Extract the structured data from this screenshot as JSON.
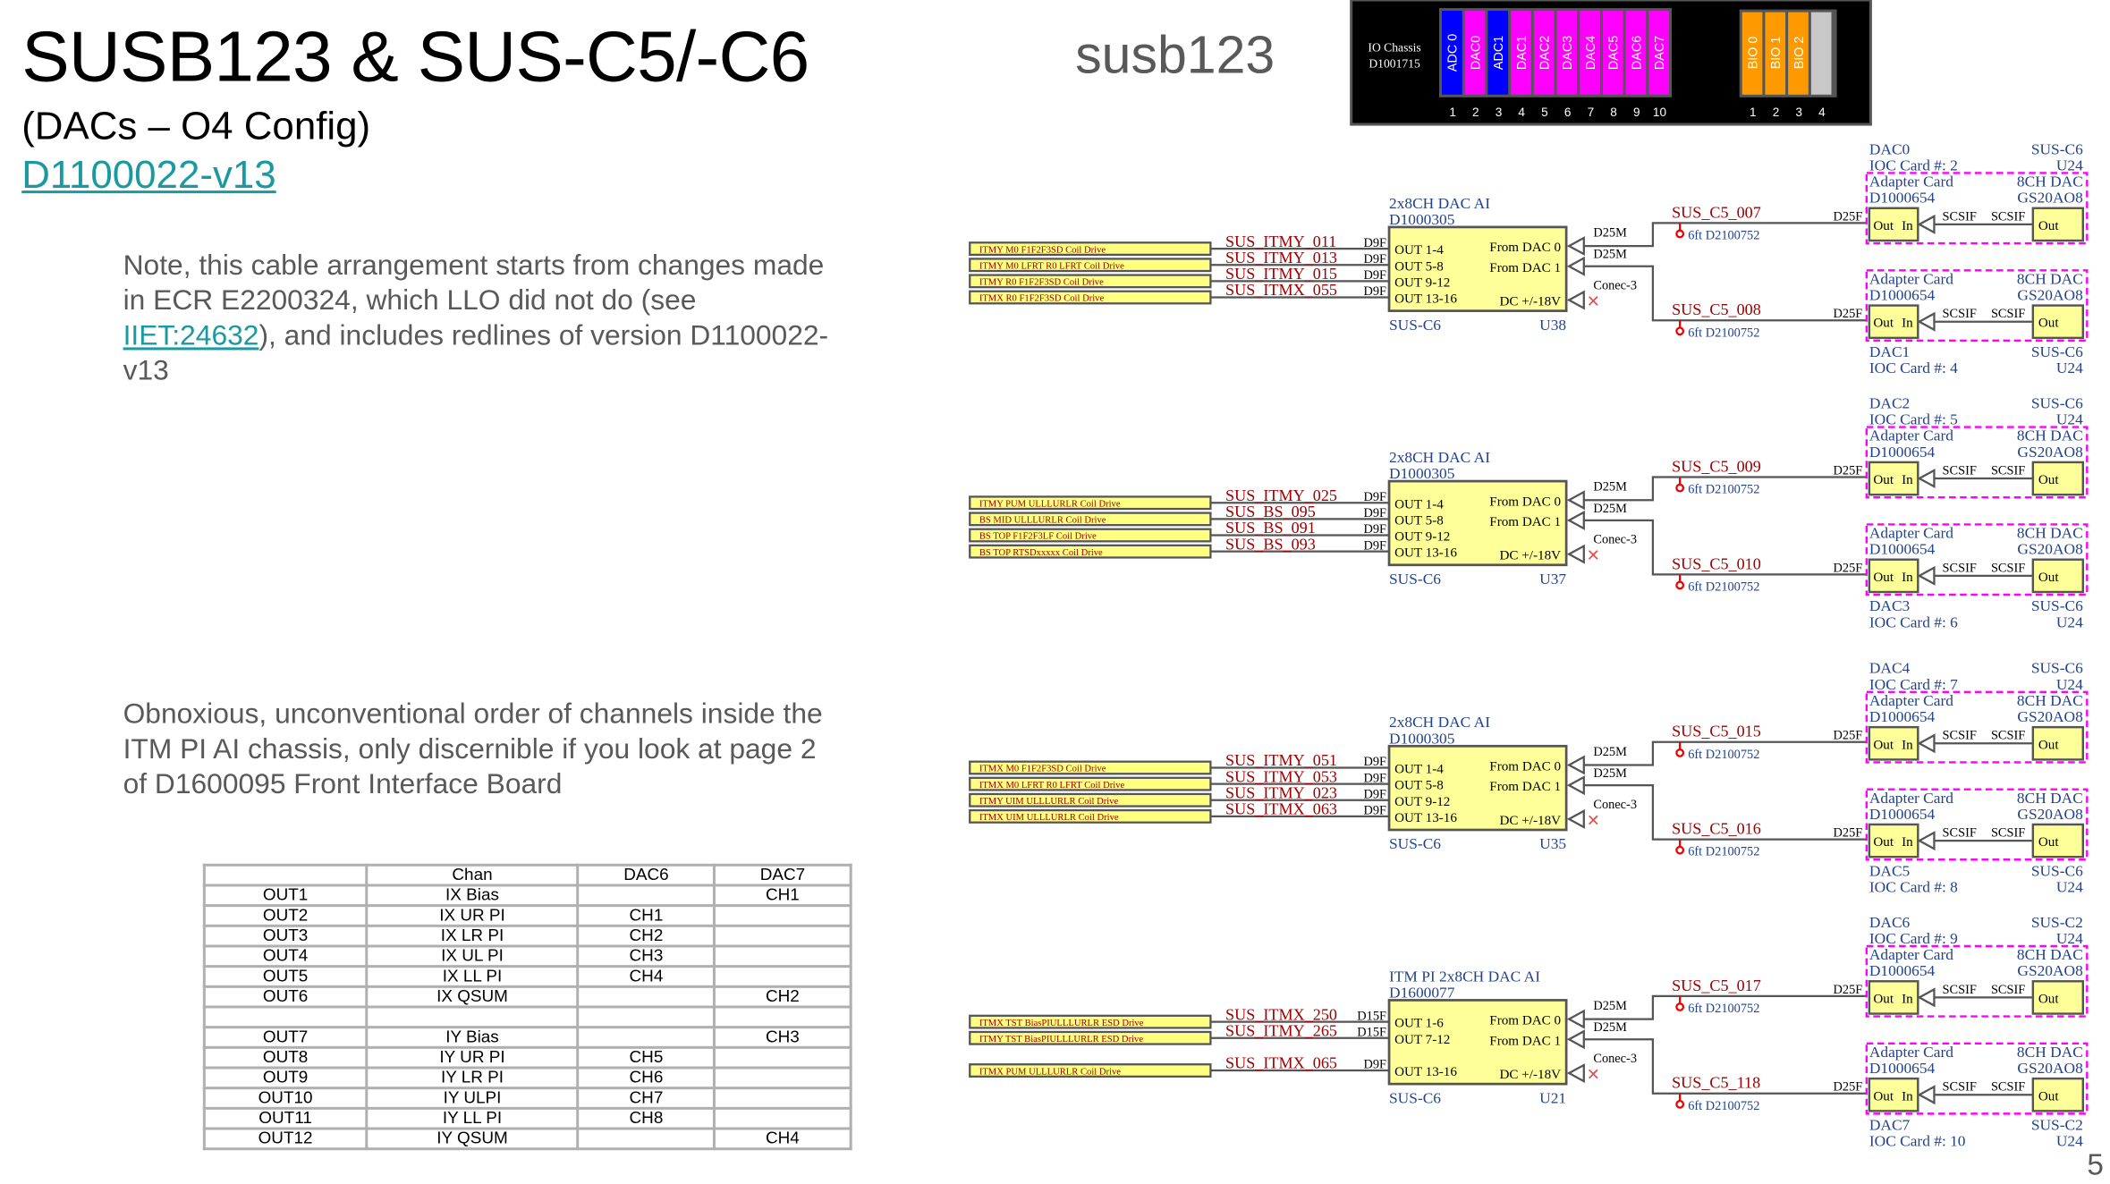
{
  "title": "SUSB123 & SUS-C5/-C6",
  "subtitle": "(DACs – O4 Config)",
  "doc_link": "D1100022-v13",
  "note": {
    "before": "Note, this cable arrangement starts from changes made in ECR E2200324, which LLO did not do (see ",
    "link": "IIET:24632",
    "after": "), and includes redlines of version D1100022-v13"
  },
  "obnoxious": "Obnoxious, unconventional order of channels inside the ITM PI AI chassis, only discernible if you look at page 2 of D1600095 Front Interface Board",
  "table": {
    "headers": [
      "",
      "Chan",
      "DAC6",
      "DAC7"
    ],
    "rows": [
      [
        "OUT1",
        "IX Bias",
        "",
        "CH1"
      ],
      [
        "OUT2",
        "IX UR PI",
        "CH1",
        ""
      ],
      [
        "OUT3",
        "IX LR PI",
        "CH2",
        ""
      ],
      [
        "OUT4",
        "IX UL PI",
        "CH3",
        ""
      ],
      [
        "OUT5",
        "IX LL PI",
        "CH4",
        ""
      ],
      [
        "OUT6",
        "IX QSUM",
        "",
        "CH2"
      ],
      [
        "",
        "",
        "",
        ""
      ],
      [
        "OUT7",
        "IY Bias",
        "",
        "CH3"
      ],
      [
        "OUT8",
        "IY UR PI",
        "CH5",
        ""
      ],
      [
        "OUT9",
        "IY LR PI",
        "CH6",
        ""
      ],
      [
        "OUT10",
        "IY ULPI",
        "CH7",
        ""
      ],
      [
        "OUT11",
        "IY LL PI",
        "CH8",
        ""
      ],
      [
        "OUT12",
        "IY QSUM",
        "",
        "CH4"
      ]
    ]
  },
  "chassis_name": "susb123",
  "io_chassis": {
    "title": "IO Chassis",
    "part": "D1001715",
    "slots": [
      {
        "label": "ADC 0",
        "num": "1",
        "kind": "adc"
      },
      {
        "label": "DAC0",
        "num": "2",
        "kind": "dac"
      },
      {
        "label": "ADC1",
        "num": "3",
        "kind": "adc"
      },
      {
        "label": "DAC1",
        "num": "4",
        "kind": "dac"
      },
      {
        "label": "DAC2",
        "num": "5",
        "kind": "dac"
      },
      {
        "label": "DAC3",
        "num": "6",
        "kind": "dac"
      },
      {
        "label": "DAC4",
        "num": "7",
        "kind": "dac"
      },
      {
        "label": "DAC5",
        "num": "8",
        "kind": "dac"
      },
      {
        "label": "DAC6",
        "num": "9",
        "kind": "dac"
      },
      {
        "label": "DAC7",
        "num": "10",
        "kind": "dac"
      }
    ],
    "bio_slots": [
      {
        "label": "BIO 0",
        "num": "1",
        "kind": "bio"
      },
      {
        "label": "BIO 1",
        "num": "2",
        "kind": "bio"
      },
      {
        "label": "BIO 2",
        "num": "3",
        "kind": "bio"
      },
      {
        "label": "",
        "num": "4",
        "kind": "empty"
      }
    ]
  },
  "colors": {
    "adc": "#0000ff",
    "dac": "#ff00ff",
    "bio": "#ff9900",
    "empty": "#c8c8c8",
    "blue_text": "#23438c",
    "red_text": "#a00000",
    "yellow": "#ffff99",
    "drive_fill": "#ffff80",
    "magenta": "#ff00ff",
    "link": "#1a9aa0"
  },
  "adapter": {
    "title": "Adapter Card",
    "part": "D1000654",
    "dac_title": "8CH DAC",
    "dac_part": "GS20AO8",
    "out": "Out",
    "in": "In",
    "scsif": "SCSIF"
  },
  "blocks": [
    {
      "title": "2x8CH DAC AI",
      "part": "D1000305",
      "chassis": "SUS-C6",
      "unit": "U38",
      "inputs": [
        "From DAC 0",
        "From DAC 1",
        "DC +/-18V"
      ],
      "conec": "Conec-3",
      "in_conn": "D25M",
      "outputs": [
        {
          "port": "OUT 1-4",
          "conn": "D9F",
          "cable": "SUS_ITMY_011",
          "drive": "ITMY M0 F1F2F3SD Coil Drive"
        },
        {
          "port": "OUT 5-8",
          "conn": "D9F",
          "cable": "SUS_ITMY_013",
          "drive": "ITMY M0 LFRT R0 LFRT Coil Drive"
        },
        {
          "port": "OUT 9-12",
          "conn": "D9F",
          "cable": "SUS_ITMY_015",
          "drive": "ITMY R0 F1F2F3SD Coil Drive"
        },
        {
          "port": "OUT 13-16",
          "conn": "D9F",
          "cable": "SUS_ITMX_055",
          "drive": "ITMX R0 F1F2F3SD Coil Drive"
        }
      ],
      "dacs": [
        {
          "cable": "SUS_C5_007",
          "length": "6ft D2100752",
          "conn": "D25F",
          "dac": "DAC0",
          "ioc": "IOC Card #: 2",
          "chassis": "SUS-C6",
          "unit": "U24"
        },
        {
          "cable": "SUS_C5_008",
          "length": "6ft D2100752",
          "conn": "D25F",
          "dac": "DAC1",
          "ioc": "IOC Card #: 4",
          "chassis": "SUS-C6",
          "unit": "U24"
        }
      ]
    },
    {
      "title": "2x8CH DAC AI",
      "part": "D1000305",
      "chassis": "SUS-C6",
      "unit": "U37",
      "inputs": [
        "From DAC 0",
        "From DAC 1",
        "DC +/-18V"
      ],
      "conec": "Conec-3",
      "in_conn": "D25M",
      "outputs": [
        {
          "port": "OUT 1-4",
          "conn": "D9F",
          "cable": "SUS_ITMY_025",
          "drive": "ITMY PUM ULLLURLR Coil Drive"
        },
        {
          "port": "OUT 5-8",
          "conn": "D9F",
          "cable": "SUS_BS_095",
          "drive": "BS MID ULLLURLR Coil Drive"
        },
        {
          "port": "OUT 9-12",
          "conn": "D9F",
          "cable": "SUS_BS_091",
          "drive": "BS TOP F1F2F3LF Coil Drive"
        },
        {
          "port": "OUT 13-16",
          "conn": "D9F",
          "cable": "SUS_BS_093",
          "drive": "BS TOP RTSDxxxxx Coil Drive"
        }
      ],
      "dacs": [
        {
          "cable": "SUS_C5_009",
          "length": "6ft D2100752",
          "conn": "D25F",
          "dac": "DAC2",
          "ioc": "IOC Card #: 5",
          "chassis": "SUS-C6",
          "unit": "U24"
        },
        {
          "cable": "SUS_C5_010",
          "length": "6ft D2100752",
          "conn": "D25F",
          "dac": "DAC3",
          "ioc": "IOC Card #: 6",
          "chassis": "SUS-C6",
          "unit": "U24"
        }
      ]
    },
    {
      "title": "2x8CH DAC AI",
      "part": "D1000305",
      "chassis": "SUS-C6",
      "unit": "U35",
      "inputs": [
        "From DAC 0",
        "From DAC 1",
        "DC +/-18V"
      ],
      "conec": "Conec-3",
      "in_conn": "D25M",
      "outputs": [
        {
          "port": "OUT 1-4",
          "conn": "D9F",
          "cable": "SUS_ITMY_051",
          "drive": "ITMX M0 F1F2F3SD  Coil Drive"
        },
        {
          "port": "OUT 5-8",
          "conn": "D9F",
          "cable": "SUS_ITMY_053",
          "drive": "ITMX M0 LFRT R0 LFRT Coil Drive"
        },
        {
          "port": "OUT 9-12",
          "conn": "D9F",
          "cable": "SUS_ITMY_023",
          "drive": "ITMY UIM ULLLURLR Coil Drive"
        },
        {
          "port": "OUT 13-16",
          "conn": "D9F",
          "cable": "SUS_ITMX_063",
          "drive": "ITMX UIM ULLLURLR Coil Drive"
        }
      ],
      "dacs": [
        {
          "cable": "SUS_C5_015",
          "length": "6ft D2100752",
          "conn": "D25F",
          "dac": "DAC4",
          "ioc": "IOC Card #: 7",
          "chassis": "SUS-C6",
          "unit": "U24"
        },
        {
          "cable": "SUS_C5_016",
          "length": "6ft D2100752",
          "conn": "D25F",
          "dac": "DAC5",
          "ioc": "IOC Card #: 8",
          "chassis": "SUS-C6",
          "unit": "U24"
        }
      ]
    },
    {
      "title": "ITM PI 2x8CH DAC AI",
      "part": "D1600077",
      "chassis": "SUS-C6",
      "unit": "U21",
      "inputs": [
        "From DAC 0",
        "From DAC 1",
        "DC +/-18V"
      ],
      "conec": "Conec-3",
      "in_conn": "D25M",
      "outputs": [
        {
          "port": "OUT 1-6",
          "conn": "D15F",
          "cable": "SUS_ITMX_250",
          "drive": "ITMX TST BiasPIULLLURLR ESD Drive"
        },
        {
          "port": "OUT 7-12",
          "conn": "D15F",
          "cable": "SUS_ITMY_265",
          "drive": "ITMY TST BiasPIULLLURLR ESD Drive"
        },
        {
          "port": "OUT 13-16",
          "conn": "D9F",
          "cable": "SUS_ITMX_065",
          "drive": "ITMX PUM ULLLURLR Coil Drive"
        }
      ],
      "dacs": [
        {
          "cable": "SUS_C5_017",
          "length": "6ft D2100752",
          "conn": "D25F",
          "dac": "DAC6",
          "ioc": "IOC Card #: 9",
          "chassis": "SUS-C2",
          "unit": "U24"
        },
        {
          "cable": "SUS_C5_118",
          "length": "6ft D2100752",
          "conn": "D25F",
          "dac": "DAC7",
          "ioc": "IOC Card #: 10",
          "chassis": "SUS-C2",
          "unit": "U24"
        }
      ]
    }
  ],
  "page_number": "5"
}
